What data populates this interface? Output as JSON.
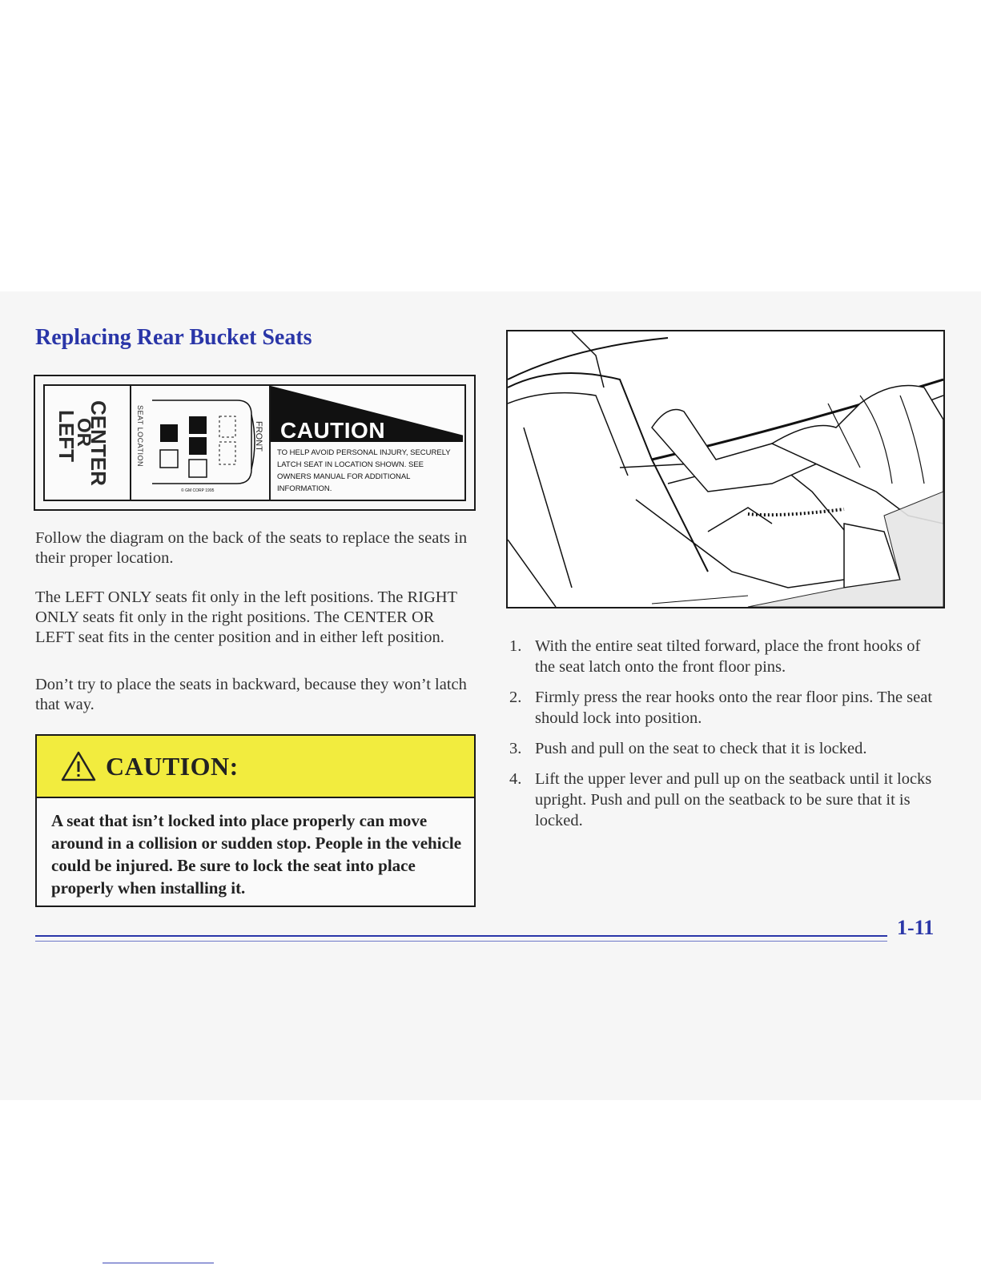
{
  "title": "Replacing Rear Bucket Seats",
  "seat_label": {
    "location_big": [
      "CENTER",
      "OR",
      "LEFT"
    ],
    "seat_location": "SEAT LOCATION",
    "front": "FRONT",
    "copyright": "© GM CORP 1995",
    "caution_word": "CAUTION",
    "caution_text": "TO HELP AVOID PERSONAL INJURY, SECURELY LATCH SEAT IN LOCATION SHOWN. SEE OWNERS MANUAL FOR ADDITIONAL INFORMATION."
  },
  "paragraphs": [
    "Follow the diagram on the back of the seats to replace the seats in their proper location.",
    "The LEFT ONLY seats fit only in the left positions. The RIGHT ONLY seats fit only in the right positions. The CENTER OR LEFT seat fits in the center position and in either left position.",
    "Don’t try to place the seats in backward, because they won’t latch that way."
  ],
  "caution": {
    "heading": "CAUTION:",
    "body": "A seat that isn’t locked into place properly can move around in a collision or sudden stop. People in the vehicle could be injured. Be sure to lock the seat into place properly when installing it."
  },
  "steps": [
    {
      "num": "1.",
      "text": "With the entire seat tilted forward, place the front hooks of the seat latch onto the front floor pins."
    },
    {
      "num": "2.",
      "text": "Firmly press the rear hooks onto the rear floor pins. The seat should lock into position."
    },
    {
      "num": "3.",
      "text": "Push and pull on the seat to check that it is locked."
    },
    {
      "num": "4.",
      "text": "Lift the upper lever and pull up on the seatback until it locks upright. Push and pull on the seatback to be sure that it is locked."
    }
  ],
  "page_number": "1-11",
  "colors": {
    "heading_blue": "#2a36a8",
    "caution_yellow": "#f2ec3e"
  },
  "icons": [
    "warning-triangle-icon",
    "seat-position-diagram"
  ]
}
